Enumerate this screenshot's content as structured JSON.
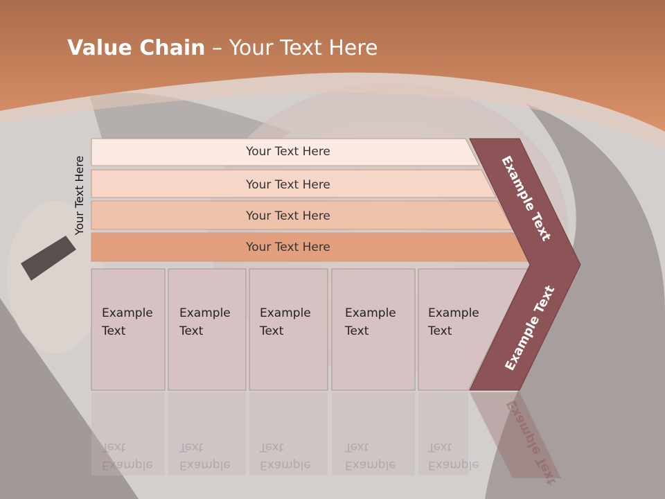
{
  "slide": {
    "title_bold": "Value Chain",
    "title_rest": " – Your Text Here",
    "vertical_label": "Your Text Here"
  },
  "bands": [
    {
      "label": "Your Text Here"
    },
    {
      "label": "Your Text Here"
    },
    {
      "label": "Your Text Here"
    },
    {
      "label": "Your Text Here"
    }
  ],
  "boxes": [
    {
      "line1": "Example",
      "line2": "Text"
    },
    {
      "line1": "Example",
      "line2": "Text"
    },
    {
      "line1": "Example",
      "line2": "Text"
    },
    {
      "line1": "Example",
      "line2": "Text"
    },
    {
      "line1": "Example",
      "line2": "Text"
    }
  ],
  "chevron": {
    "upper_label": "Example Text",
    "lower_label": "Example Text"
  },
  "colors": {
    "header_orange": "#c7764a",
    "chevron_fill": "#8c5456",
    "band1": "#fbeae3",
    "band2": "#f6d6c7",
    "band3": "#efc2ab",
    "band4": "#e3a07f",
    "box_fill": "#d6c2c3"
  }
}
